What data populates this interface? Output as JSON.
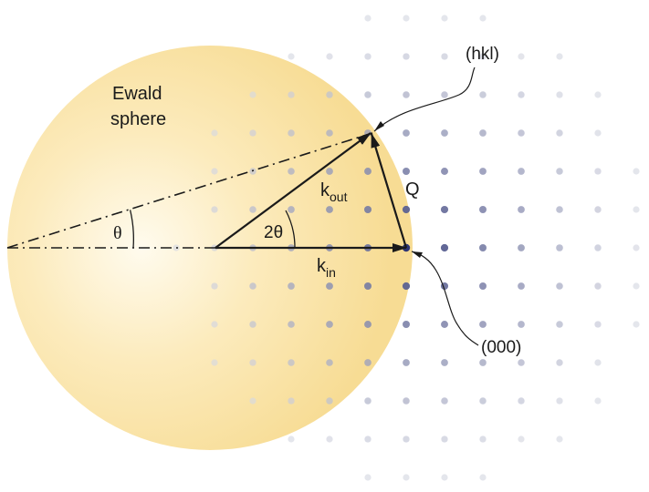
{
  "labels": {
    "sphere_line1": "Ewald",
    "sphere_line2": "sphere",
    "hkl": "(hkl)",
    "origin": "(000)",
    "q": "Q",
    "k_out_base": "k",
    "k_out_sub": "out",
    "k_in_base": "k",
    "k_in_sub": "in",
    "two_theta": "2θ",
    "theta": "θ"
  },
  "colors": {
    "sphere_center": "#fffbee",
    "sphere_edge": "#f7dc94",
    "dot_near": "#2d3575",
    "dot_far": "#d6d8e2",
    "ink": "#1a1a1a"
  },
  "icons": {
    "arrow_head": "filled-triangle-arrowhead"
  }
}
